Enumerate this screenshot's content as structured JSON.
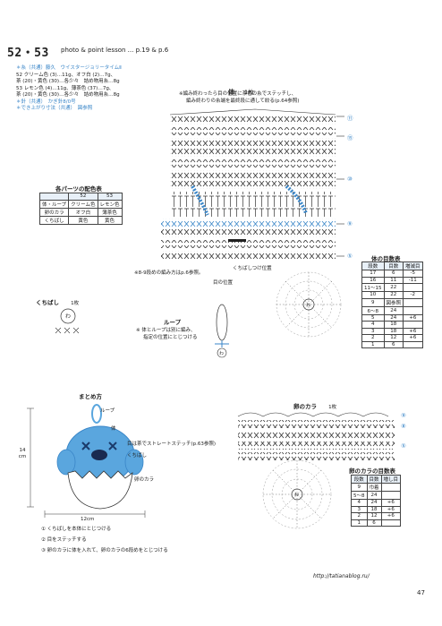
{
  "header": {
    "pages": "52・53",
    "subtitle": "photo & point lesson ... p.19 & p.6"
  },
  "materials": {
    "lines": [
      "＊糸（共通）藤久　ウイスタージョリータイムⅡ",
      "52  クリーム色 (3)…11g、オフ白 (2)…7g、",
      "茶 (20)・黄色 (30)…各少々　詰め物用糸…8g",
      "53  レモン色 (4)…11g、薄茶色 (37)…7g、",
      "茶 (20)・黄色 (30)…各少々　詰め物用糸…8g",
      "＊針（共通）　かぎ針8/0号",
      "＊でき上がり寸法（共通）　図参照"
    ]
  },
  "body_section": {
    "title": "体",
    "count": "1枚",
    "note1": "※編み終わったら目の位置に茶色の糸でステッチし、",
    "note2": "編み終わりの糸端を最終段に通して絞る(p.64参照)",
    "note3": "※8-9段めの編み方はp.6参照。",
    "beak_pos": "くちばしつけ位置",
    "eye_pos": "目の位置",
    "round_labels": [
      "⑪",
      "⑮",
      "⑩",
      "⑨",
      "⑤"
    ]
  },
  "color_table": {
    "title": "各パーツの配色表",
    "headers": [
      "",
      "52",
      "53"
    ],
    "rows": [
      [
        "体・ループ",
        "クリーム色",
        "レモン色"
      ],
      [
        "卵のカラ",
        "オフ白",
        "薄茶色"
      ],
      [
        "くちばし",
        "黄色",
        "黄色"
      ]
    ]
  },
  "beak": {
    "title": "くちばし",
    "count": "1枚"
  },
  "loop": {
    "title": "ループ",
    "note1": "※ 体とループは別に編み、",
    "note2": "指定の位置にとじつける"
  },
  "body_stitch_table": {
    "title": "体の目数表",
    "headers": [
      "段数",
      "目数",
      "増減目"
    ],
    "rows": [
      [
        "17",
        "6",
        "-5"
      ],
      [
        "16",
        "11",
        "-11"
      ],
      [
        "11〜15",
        "22",
        ""
      ],
      [
        "10",
        "22",
        "-2"
      ],
      [
        "9",
        "図参照",
        ""
      ],
      [
        "6〜8",
        "24",
        ""
      ],
      [
        "5",
        "24",
        "+6"
      ],
      [
        "4",
        "18",
        ""
      ],
      [
        "3",
        "18",
        "+6"
      ],
      [
        "2",
        "12",
        "+6"
      ],
      [
        "1",
        "6",
        ""
      ]
    ]
  },
  "assembly": {
    "title": "まとめ方",
    "loop": "ループ",
    "body": "体",
    "eye": "目は茶でストレートステッチ(p.63参照)",
    "beak": "くちばし",
    "shell": "卵のカラ",
    "height": "14 cm",
    "width": "12cm",
    "steps": [
      "① くちばしを本体にとじつける",
      "② 目をステッチする",
      "③ 卵のカラに体を入れて、卵のカラの6段めをとじつける"
    ]
  },
  "shell_section": {
    "title": "卵のカラ",
    "count": "1枚",
    "round_labels": [
      "⑨",
      "⑧",
      "⑤"
    ]
  },
  "shell_stitch_table": {
    "title": "卵のカラの目数表",
    "headers": [
      "段数",
      "目数",
      "増し目"
    ],
    "rows": [
      [
        "9",
        "巾着",
        ""
      ],
      [
        "5〜8",
        "24",
        ""
      ],
      [
        "4",
        "24",
        "+6"
      ],
      [
        "3",
        "18",
        "+6"
      ],
      [
        "2",
        "12",
        "+6"
      ],
      [
        "1",
        "6",
        ""
      ]
    ]
  },
  "footer": {
    "url": "http://tatianablog.ru/",
    "page_number": "47"
  },
  "colors": {
    "accent_blue": "#3a86c8",
    "light_blue": "#a9d0ee",
    "chick_blue": "#5aa6de"
  }
}
